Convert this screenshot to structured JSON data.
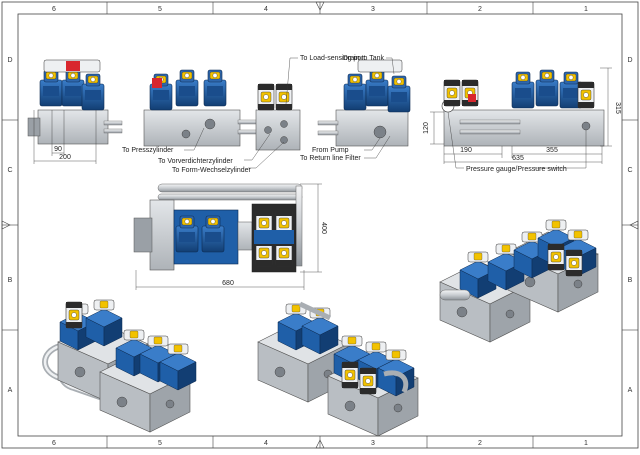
{
  "border": {
    "top_zones": [
      "6",
      "5",
      "4",
      "3",
      "2",
      "1"
    ],
    "bottom_zones": [
      "6",
      "5",
      "4",
      "3",
      "2",
      "1"
    ],
    "left_zones": [
      "D",
      "C",
      "B",
      "A"
    ],
    "right_zones": [
      "D",
      "C",
      "B",
      "A"
    ]
  },
  "callouts": {
    "load_sensing": "To Load-sensing port",
    "drain_tank": "Drain to Tank",
    "presszylinder": "To Presszylinder",
    "vorverdichter": "To Vorverdichterzylinder",
    "form_wechsel": "To Form-Wechselzylinder",
    "from_pump": "From Pump",
    "return_filter": "To Return line Filter",
    "pressure_gauge": "Pressure gauge/Pressure switch"
  },
  "dimensions": {
    "left_small": "90",
    "left_width": "200",
    "right_height": "315",
    "right_small_height": "120",
    "right_a": "190",
    "right_b": "355",
    "right_total": "635",
    "top_height": "400",
    "top_width": "680"
  },
  "colors": {
    "valve_blue": "#1f5fa8",
    "valve_dark": "#123e73",
    "block_grey": "#c8ccd0",
    "coil_white": "#eef0f2",
    "accent_red": "#d8262d",
    "accent_yellow": "#f2c200"
  }
}
